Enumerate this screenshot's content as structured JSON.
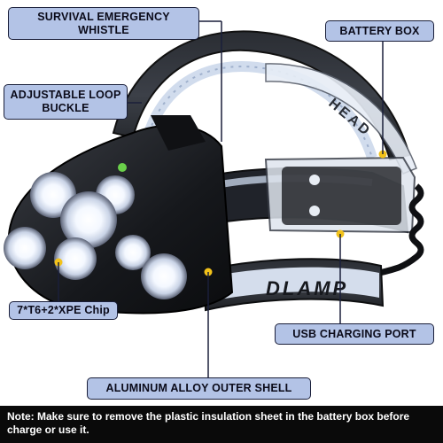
{
  "callouts": {
    "survival_whistle": "SURVIVAL EMERGENCY\nWHISTLE",
    "battery_box": "BATTERY BOX",
    "adjustable_buckle": "ADJUSTABLE LOOP\nBUCKLE",
    "chip": "7*T6+2*XPE Chip",
    "usb_port": "USB CHARGING PORT",
    "outer_shell": "ALUMINUM ALLOY OUTER SHELL"
  },
  "strap_text": {
    "front": "DLAMP",
    "side": "HEAD"
  },
  "note": "Note: Make sure to remove the plastic insulation sheet in the battery box before charge or use it.",
  "colors": {
    "callout_bg": "#b3c3e6",
    "callout_border": "#1a1f3a",
    "marker": "#f2c21a",
    "note_bg": "#0a0a0a"
  }
}
